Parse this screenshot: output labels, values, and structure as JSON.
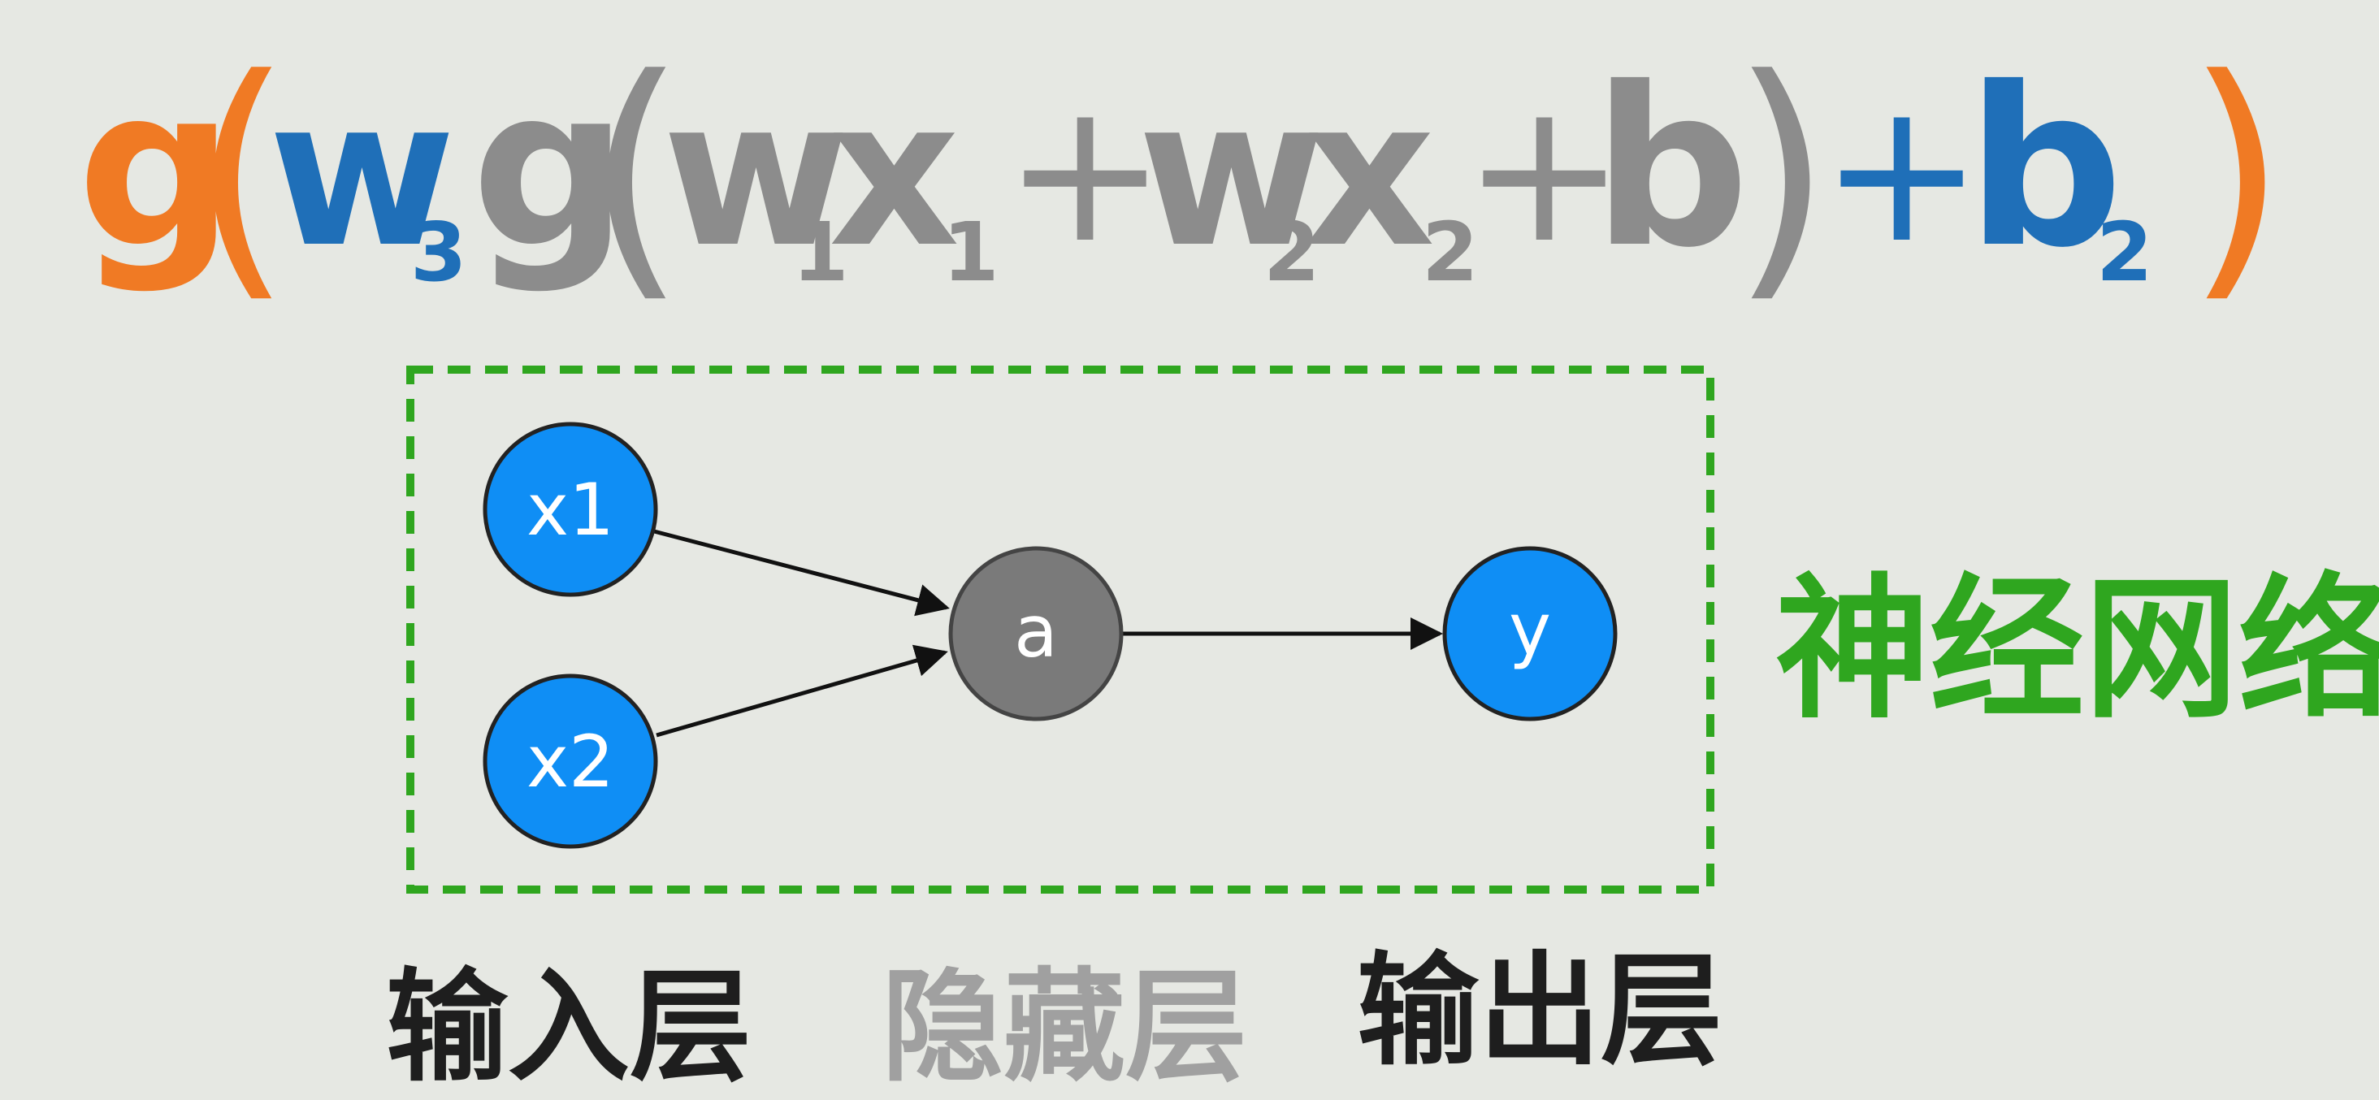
{
  "formula": {
    "outer_g": "g",
    "open_paren": "(",
    "w3": "w",
    "w3_sub": "3",
    "inner_g": "g",
    "inner_open": "(",
    "w1": "w",
    "w1_sub": "1",
    "x1": "x",
    "x1_sub": "1",
    "plus1": "+",
    "w2": "w",
    "w2_sub": "2",
    "x2": "x",
    "x2_sub": "2",
    "plus2": "+",
    "b": "b",
    "inner_close": ")",
    "plus3": "+",
    "b2": "b",
    "b2_sub": "2",
    "close_paren": ")"
  },
  "diagram": {
    "nodes": {
      "x1": "x1",
      "x2": "x2",
      "a": "a",
      "y": "y"
    },
    "title": "神经网络"
  },
  "layers": {
    "input": "输入层",
    "hidden": "隐藏层",
    "output": "输出层"
  },
  "colors": {
    "orange": "#f07a24",
    "blue": "#1f6fb8",
    "gray": "#8c8c8c",
    "node_blue": "#0f8ef5",
    "node_gray": "#7a7a7a",
    "green": "#2fa61f",
    "text_dark": "#1e1e1e",
    "text_gray": "#a0a0a0"
  }
}
